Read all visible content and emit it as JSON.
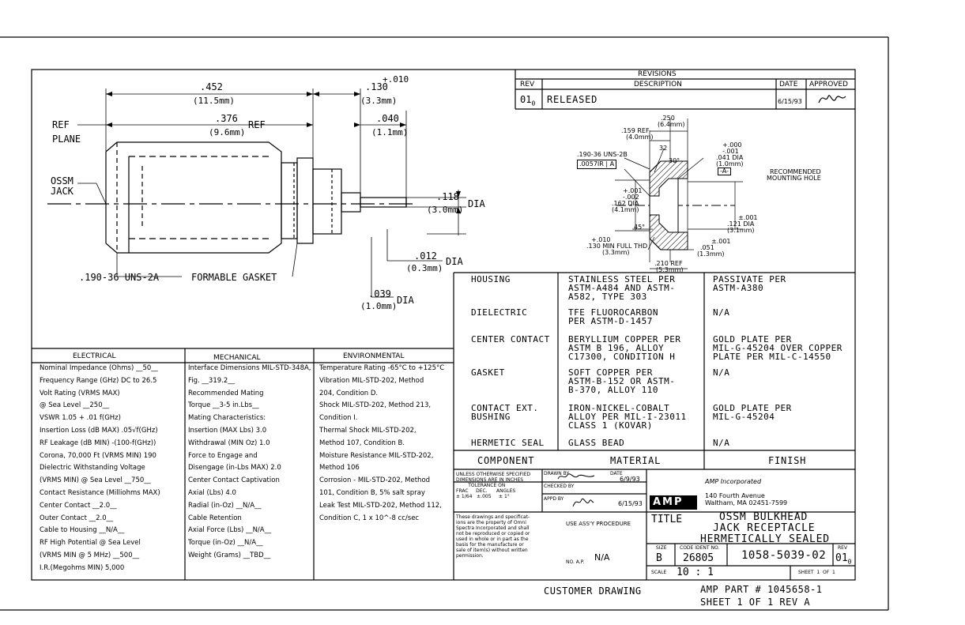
{
  "revisions": {
    "title": "REVISIONS",
    "columns": [
      "REV",
      "DESCRIPTION",
      "DATE",
      "APPROVED"
    ],
    "row": {
      "rev": "01",
      "rev_sub": "0",
      "description": "RELEASED",
      "date": "6/15/93"
    }
  },
  "drawing": {
    "dim_452": ".452",
    "dim_452_mm": "(11.5mm)",
    "dim_130": ".130",
    "dim_130_tol": "+.010",
    "dim_130_mm": "(3.3mm)",
    "dim_376": ".376",
    "dim_376_mm": "(9.6mm)",
    "dim_040": ".040",
    "dim_040_mm": "(1.1mm)",
    "ref_left": "REF",
    "ref_right": "REF",
    "plane": "PLANE",
    "ossm": "OSSM",
    "jack": "JACK",
    "dim_118": ".118",
    "dim_118_mm": "(3.0mm)",
    "dia1": "DIA",
    "dim_012": ".012",
    "dim_012_mm": "(0.3mm)",
    "dia2": "DIA",
    "dim_039": ".039",
    "dim_039_mm": "(1.0mm)",
    "dia3": "DIA",
    "thread": ".190-36 UNS-2A",
    "gasket": "FORMABLE GASKET"
  },
  "mounting": {
    "d250": ".250",
    "d250_mm": "(6.4mm)",
    "d159": ".159",
    "ref": "REF",
    "d159_mm": "(4.0mm)",
    "uns": ".190-36 UNS-2B",
    "tol_box": ".0057IR",
    "datum": "A",
    "d32": "32",
    "d30": "30°",
    "tol_000": "+.000",
    "tol_001": "-.001",
    "d041": ".041 DIA",
    "d041_mm": "(1.0mm)",
    "datum_a": "-A-",
    "rec1": "RECOMMENDED",
    "rec2": "MOUNTING HOLE",
    "tolp001": "+.001",
    "tolm002": "-.002",
    "d162": ".162 DIA",
    "d162_mm": "(4.1mm)",
    "d45": "45°",
    "d001": "±.001",
    "d121": ".121 DIA",
    "d121_mm": "(3.1mm)",
    "d010": "+.010",
    "d130full": ".130 MIN FULL THD",
    "d130_mm": "(3.3mm)",
    "d001b": "±.001",
    "d051": ".051",
    "d051_mm": "(1.3mm)",
    "d210": ".210 REF",
    "d210_mm": "(5.3mm)"
  },
  "materials": {
    "rows": [
      {
        "component": "HOUSING",
        "material": "STAINLESS STEEL PER\nASTM-A484 AND ASTM-\nA582, TYPE 303",
        "finish": "PASSIVATE PER\nASTM-A380"
      },
      {
        "component": "DIELECTRIC",
        "material": "TFE FLUOROCARBON\nPER ASTM-D-1457",
        "finish": "N/A"
      },
      {
        "component": "CENTER CONTACT",
        "material": "BERYLLIUM COPPER PER\nASTM B 196, ALLOY\nC17300, CONDITION H",
        "finish": "GOLD PLATE PER\nMIL-G-45204 OVER COPPER\nPLATE PER MIL-C-14550"
      },
      {
        "component": "GASKET",
        "material": "SOFT COPPER PER\nASTM-B-152 OR ASTM-\nB-370, ALLOY 110",
        "finish": "N/A"
      },
      {
        "component": "CONTACT EXT.\nBUSHING",
        "material": "IRON-NICKEL-COBALT\nALLOY PER MIL-I-23011\nCLASS 1 (KOVAR)",
        "finish": "GOLD PLATE PER\nMIL-G-45204"
      },
      {
        "component": "HERMETIC SEAL",
        "material": "GLASS BEAD",
        "finish": "N/A"
      }
    ],
    "headers": {
      "component": "COMPONENT",
      "material": "MATERIAL",
      "finish": "FINISH"
    }
  },
  "specs": {
    "electrical": {
      "title": "ELECTRICAL",
      "lines": [
        "Nominal Impedance (Ohms) __50__",
        "Frequency Range (GHz) DC to 26.5",
        "Volt Rating (VRMS MAX)",
        "   @ Sea Level __250__",
        "VSWR 1.05 + .01 f(GHz)",
        "Insertion Loss (dB MAX) .05√f(GHz)",
        "RF Leakage (dB MIN) -(100-f(GHz))",
        "Corona, 70,000 Ft (VRMS MIN) 190",
        "Dielectric Withstanding Voltage",
        "   (VRMS MIN) @ Sea Level __750__",
        "Contact Resistance (Milliohms MAX)",
        "   Center Contact __2.0__",
        "   Outer Contact __2.0__",
        "   Cable to Housing __N/A__",
        "RF High Potential @ Sea Level",
        "   (VRMS MIN @ 5 MHz) __500__",
        "I.R.(Megohms MIN) 5,000"
      ]
    },
    "mechanical": {
      "title": "MECHANICAL",
      "lines": [
        "Interface Dimensions MIL-STD-348A,",
        "   Fig. __319.2__",
        "Recommended Mating",
        "   Torque __3-5 in.Lbs__",
        "Mating Characteristics:",
        "   Insertion (MAX Lbs) 3.0",
        "   Withdrawal (MIN Oz) 1.0",
        "Force to Engage and",
        "   Disengage (in-Lbs MAX) 2.0",
        "Center Contact Captivation",
        "   Axial (Lbs) 4.0",
        "   Radial (in-Oz) __N/A__",
        "Cable Retention",
        "   Axial Force (Lbs) __N/A__",
        "   Torque (in-Oz) __N/A__",
        "Weight (Grams) __TBD__"
      ]
    },
    "environmental": {
      "title": "ENVIRONMENTAL",
      "lines": [
        "Temperature Rating -65°C to +125°C",
        "Vibration MIL-STD-202, Method",
        "   204, Condition D.",
        "Shock MIL-STD-202, Method 213,",
        "   Condition I.",
        "Thermal Shock MIL-STD-202,",
        "   Method 107, Condition B.",
        "Moisture Resistance MIL-STD-202,",
        "   Method 106",
        "Corrosion - MIL-STD-202, Method",
        "   101, Condition B, 5% salt spray",
        "Leak Test MIL-STD-202, Method 112,",
        "   Condition C, 1 x 10^-8 cc/sec"
      ]
    }
  },
  "title_block": {
    "unless": "UNLESS OTHERWISE SPECIFIED\nDIMENSIONS ARE IN INCHES\n        TOLERANCE ON\nFRAC     DEC.      ANGLES\n± 1/64   ±.005     ± 1°",
    "drawn_by": "DRAWN BY",
    "checked_by": "CHECKED BY",
    "appd_by": "APPD BY",
    "date_lbl": "DATE",
    "drawn_date": "6/9/93",
    "appd_date": "6/15/93",
    "company": "AMP Incorporated",
    "address1": "140 Fourth Avenue",
    "address2": "Waltham, MA 02451-7599",
    "logo": "AMP",
    "notice": "These drawings and specificat-\nions are the property of Omni\nSpectra Incorporated and shall\nnot be reproduced or copied or\nused in whole or in part as the\nbasis for the manufacture or\nsale of item(s) without written\npermission.",
    "use_assy": "USE ASS'Y PROCEDURE",
    "na_label": "NO. A.P.",
    "na_value": "N/A",
    "title_lbl": "TITLE",
    "title1": "OSSM BULKHEAD",
    "title2": "JACK RECEPTACLE",
    "title3": "HERMETICALLY SEALED",
    "size_lbl": "SIZE",
    "size": "B",
    "code_lbl": "CODE IDENT NO.",
    "code": "26805",
    "dwg_no": "1058-5039-02",
    "rev_lbl": "REV",
    "rev": "01",
    "rev_sub": "0",
    "scale_lbl": "SCALE",
    "scale": "10 : 1",
    "sheet_lbl": "SHEET  1  OF  1"
  },
  "footer": {
    "customer": "CUSTOMER DRAWING",
    "part": "AMP PART # 1045658-1",
    "sheet": "SHEET 1 OF 1  REV A"
  }
}
